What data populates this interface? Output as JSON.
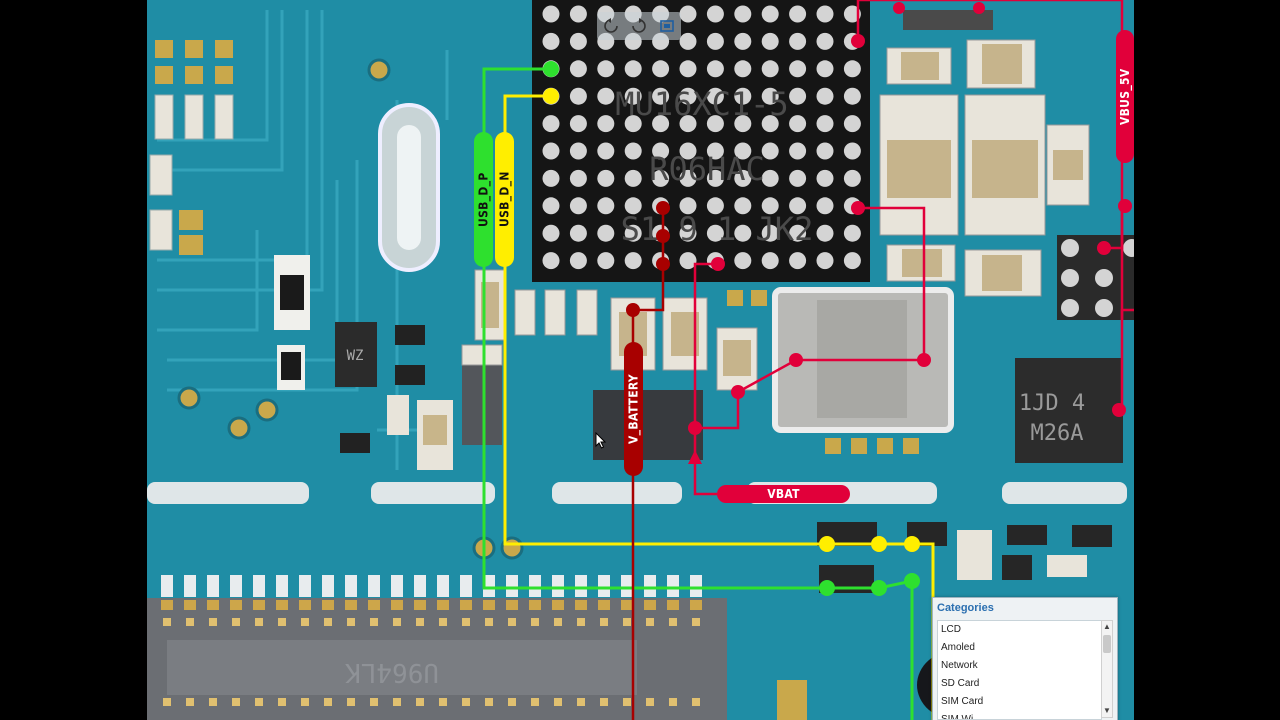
{
  "toolbar": {
    "buttons": [
      {
        "name": "rotate-left-icon"
      },
      {
        "name": "rotate-right-icon"
      },
      {
        "name": "fullscreen-icon"
      }
    ]
  },
  "chip": {
    "marking_line1": "MU16XC1-5",
    "marking_line2": "R06HAC",
    "marking_line3": "S1 9 1 JK2"
  },
  "ic_right": {
    "marking_line1": "1JD 4",
    "marking_line2": "M26A"
  },
  "connector": {
    "marking": "U964LK"
  },
  "net_labels": {
    "usb_dp": "USB_D_P",
    "usb_dn": "USB_D_N",
    "v_battery": "V_BATTERY",
    "vbat": "VBAT",
    "vbus": "VBUS_5V"
  },
  "colors": {
    "board": "#1f8da5",
    "green_trace": "#2ee02e",
    "yellow_trace": "#ffee00",
    "red_trace": "#e1003a",
    "dark_red_trace": "#a80000"
  },
  "categories": {
    "title": "Categories",
    "items": [
      "LCD",
      "Amoled",
      "Network",
      "SD Card",
      "SIM Card",
      "SIM Wi..."
    ]
  }
}
